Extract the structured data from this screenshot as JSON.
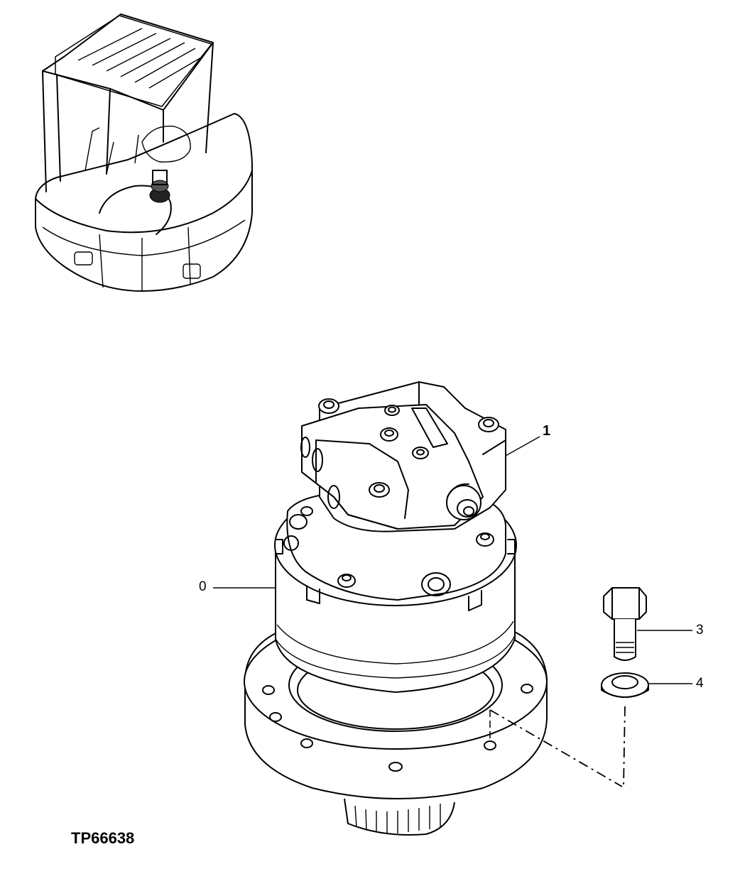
{
  "figure": {
    "reference_code": "TP66638",
    "callouts": [
      {
        "id": "c0",
        "text": "0"
      },
      {
        "id": "c1",
        "text": "1"
      },
      {
        "id": "c3",
        "text": "3"
      },
      {
        "id": "c4",
        "text": "4"
      }
    ],
    "parts": [
      "swing-motor-assembly",
      "motor-head",
      "cap-screw",
      "washer"
    ]
  }
}
